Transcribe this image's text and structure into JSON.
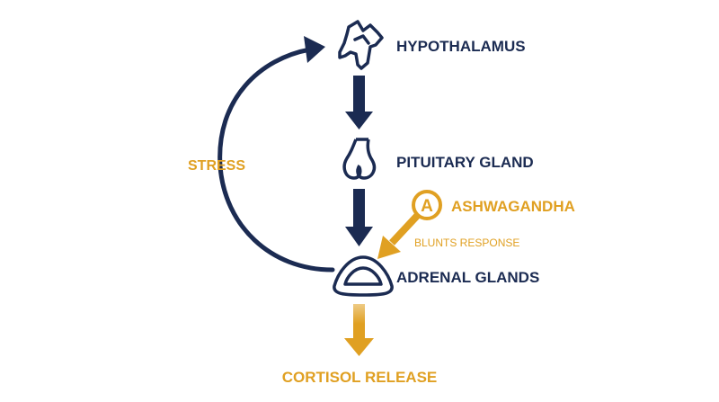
{
  "diagram": {
    "nodes": {
      "hypothalamus": {
        "label": "HYPOTHALAMUS",
        "icon": "hypothalamus-icon"
      },
      "pituitary": {
        "label": "PITUITARY GLAND",
        "icon": "pituitary-icon"
      },
      "adrenal": {
        "label": "ADRENAL GLANDS",
        "icon": "adrenal-icon"
      }
    },
    "stress_label": "STRESS",
    "cortisol_label": "CORTISOL RELEASE",
    "ashwagandha": {
      "label": "ASHWAGANDHA",
      "badge_letter": "A",
      "sublabel": "BLUNTS RESPONSE",
      "icon": "ashwagandha-badge-icon"
    },
    "colors": {
      "navy": "#1b2b52",
      "gold": "#e0a022"
    }
  }
}
